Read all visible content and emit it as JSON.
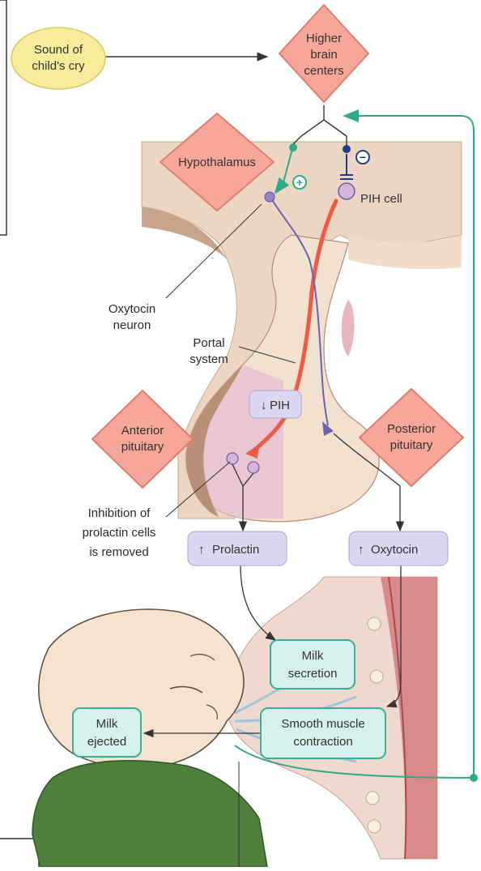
{
  "nodes": {
    "sound": {
      "line1": "Sound of",
      "line2": "child's cry"
    },
    "higher_brain": {
      "line1": "Higher",
      "line2": "brain",
      "line3": "centers"
    },
    "hypothalamus": "Hypothalamus",
    "anterior_pituitary": {
      "line1": "Anterior",
      "line2": "pituitary"
    },
    "posterior_pituitary": {
      "line1": "Posterior",
      "line2": "pituitary"
    },
    "pih_cell": "PIH cell",
    "oxytocin_neuron": {
      "line1": "Oxytocin",
      "line2": "neuron"
    },
    "portal_system": {
      "line1": "Portal",
      "line2": "system"
    },
    "pih_box": "PIH",
    "inhibition": {
      "line1": "Inhibition of",
      "line2": "prolactin cells",
      "line3": "is removed"
    },
    "prolactin_box": "Prolactin",
    "oxytocin_box": "Oxytocin",
    "milk_secretion": {
      "line1": "Milk",
      "line2": "secretion"
    },
    "smooth_muscle": {
      "line1": "Smooth muscle",
      "line2": "contraction"
    },
    "milk_ejected": {
      "line1": "Milk",
      "line2": "ejected"
    }
  },
  "symbols": {
    "plus": "+",
    "minus": "−",
    "arrow_down": "↓",
    "arrow_up": "↑"
  },
  "colors": {
    "diamond_fill": "#f7a79a",
    "diamond_stroke": "#e07d70",
    "sound_fill": "#f6ec9a",
    "hormone_box_fill": "#ddd6f0",
    "effect_box_fill": "#d5f1ec",
    "effect_box_stroke": "#3cae95",
    "feedback_green": "#2eaa86",
    "pih_red": "#ee5a44",
    "neuron_purple": "#6b62b0"
  }
}
